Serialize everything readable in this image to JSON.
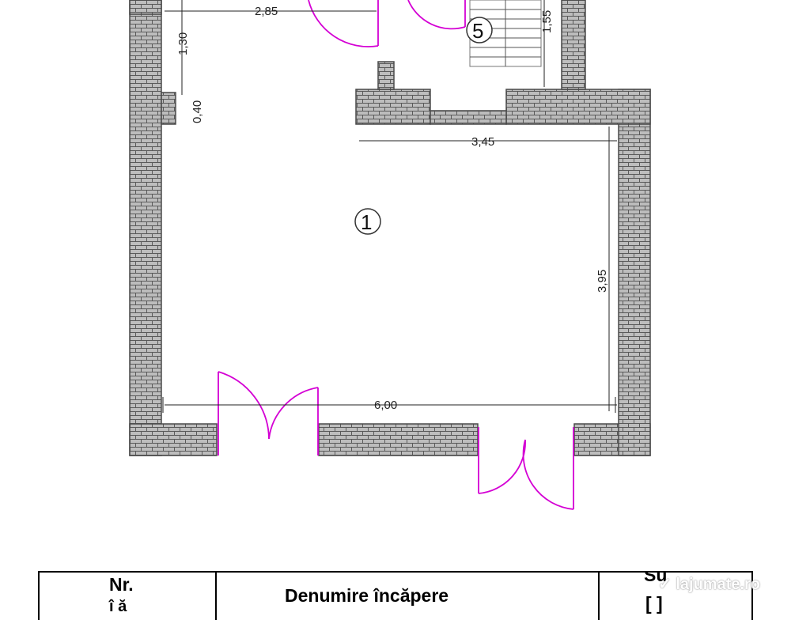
{
  "plan": {
    "rooms": [
      {
        "id": "1",
        "label": "1"
      },
      {
        "id": "5",
        "label": "5"
      }
    ],
    "dimensions": {
      "top_width": "2,85",
      "left_upper": "1,30",
      "left_lower": "0,40",
      "inner_width": "3,45",
      "stair_height": "1,55",
      "right_height": "3,95",
      "bottom_width": "6,00"
    },
    "colors": {
      "wall_fill": "#bdbdbd",
      "wall_line": "#4a4a4a",
      "door": "#d400d4",
      "dimension_line": "#222222"
    }
  },
  "table": {
    "col1_line1": "Nr.",
    "col1_line2": "î  ă",
    "col2": "Denumire încăpere",
    "col3_line1": "Su",
    "col3_line2": "[ ]"
  },
  "watermark": {
    "text": "lajumate.ro",
    "icon": "checkmark-icon"
  }
}
